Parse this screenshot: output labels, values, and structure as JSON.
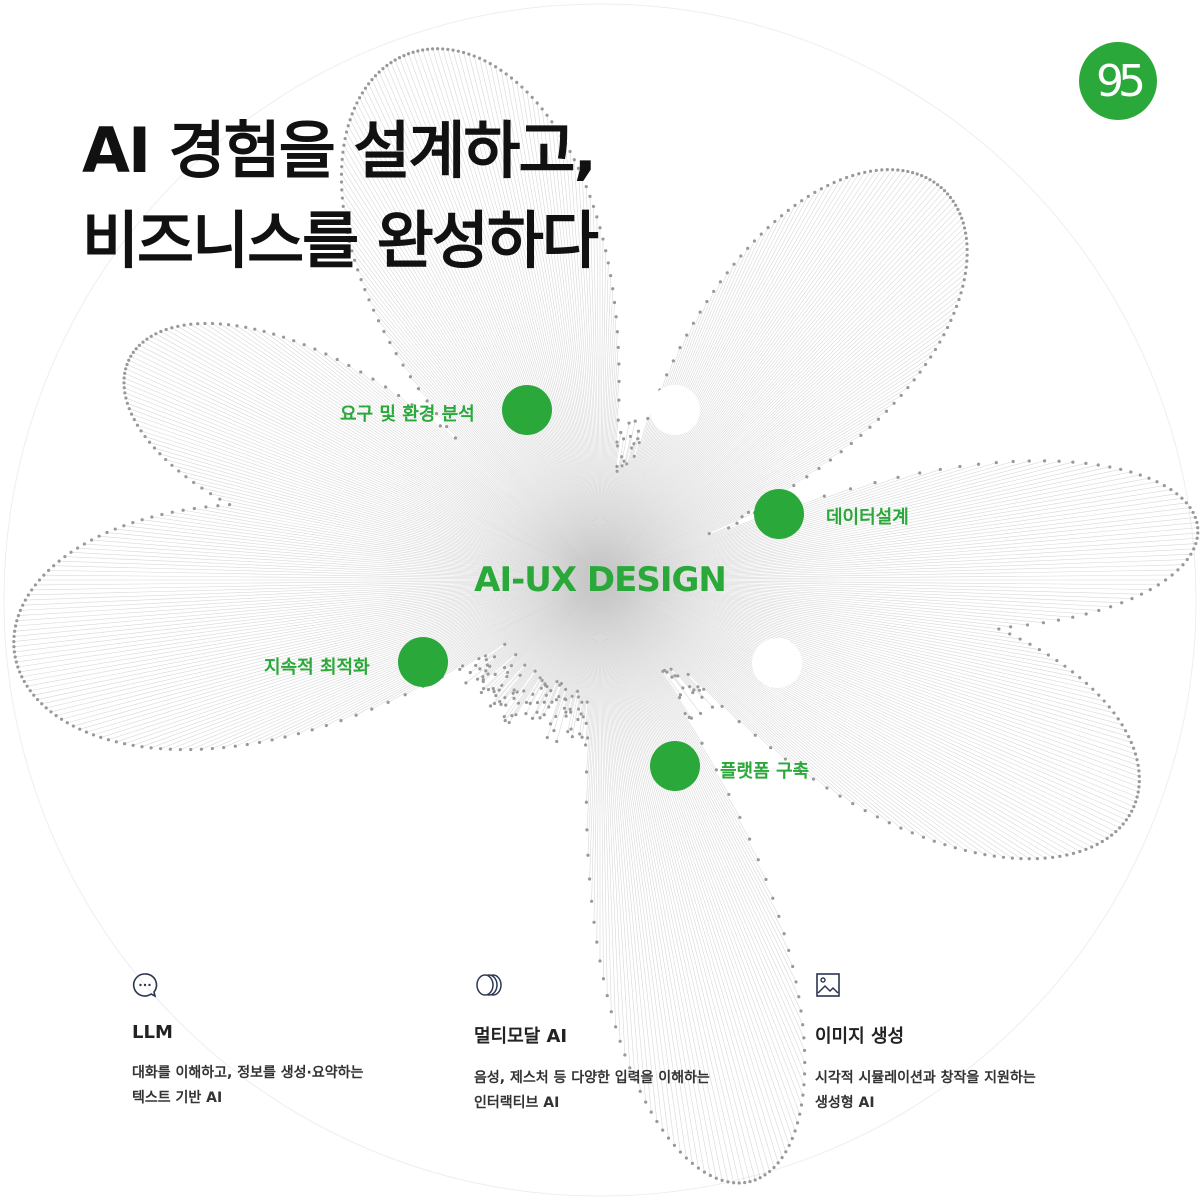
{
  "headline": {
    "line1": "AI 경험을 설계하고,",
    "line2": "비즈니스를 완성하다"
  },
  "logo": {
    "text": "95"
  },
  "center_label": "AI-UX DESIGN",
  "nodes": [
    {
      "label": "요구 및 환경 분석"
    },
    {
      "label": "데이터설계"
    },
    {
      "label": "지속적 최적화"
    },
    {
      "label": "플랫폼 구축"
    }
  ],
  "features": [
    {
      "icon": "chat-bubble-icon",
      "title": "LLM",
      "desc1": "대화를 이해하고, 정보를 생성·요약하는",
      "desc2": "텍스트 기반 AI"
    },
    {
      "icon": "layers-circles-icon",
      "title": "멀티모달 AI",
      "desc1": "음성, 제스처 등 다양한 입력을 이해하는",
      "desc2": "인터랙티브 AI"
    },
    {
      "icon": "image-icon",
      "title": "이미지 생성",
      "desc1": "시각적 시뮬레이션과 창작을 지원하는",
      "desc2": "생성형 AI"
    }
  ],
  "colors": {
    "accent": "#2aa83a",
    "text": "#111111"
  }
}
